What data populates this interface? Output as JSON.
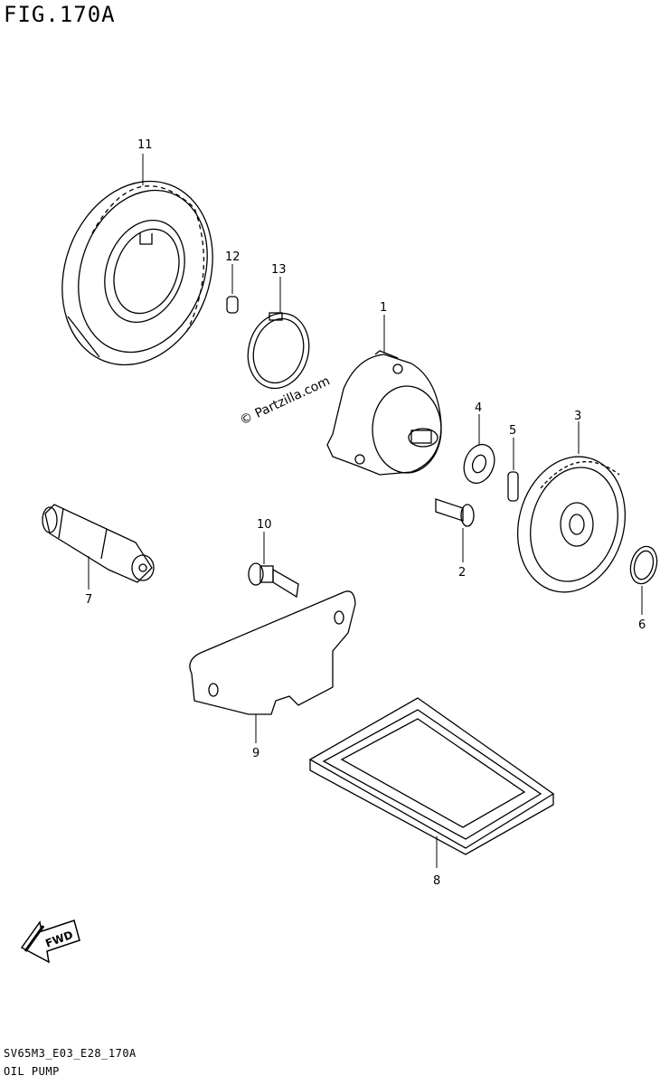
{
  "figure": {
    "title": "FIG.170A",
    "code": "SV65M3_E03_E28_170A",
    "name": "OIL PUMP"
  },
  "watermark": "© Partzilla.com",
  "fwd_label": "FWD",
  "callouts": [
    {
      "id": "11",
      "label": "11"
    },
    {
      "id": "12",
      "label": "12"
    },
    {
      "id": "13",
      "label": "13"
    },
    {
      "id": "1",
      "label": "1"
    },
    {
      "id": "4",
      "label": "4"
    },
    {
      "id": "5",
      "label": "5"
    },
    {
      "id": "3",
      "label": "3"
    },
    {
      "id": "2",
      "label": "2"
    },
    {
      "id": "6",
      "label": "6"
    },
    {
      "id": "7",
      "label": "7"
    },
    {
      "id": "10",
      "label": "10"
    },
    {
      "id": "9",
      "label": "9"
    },
    {
      "id": "8",
      "label": "8"
    }
  ]
}
